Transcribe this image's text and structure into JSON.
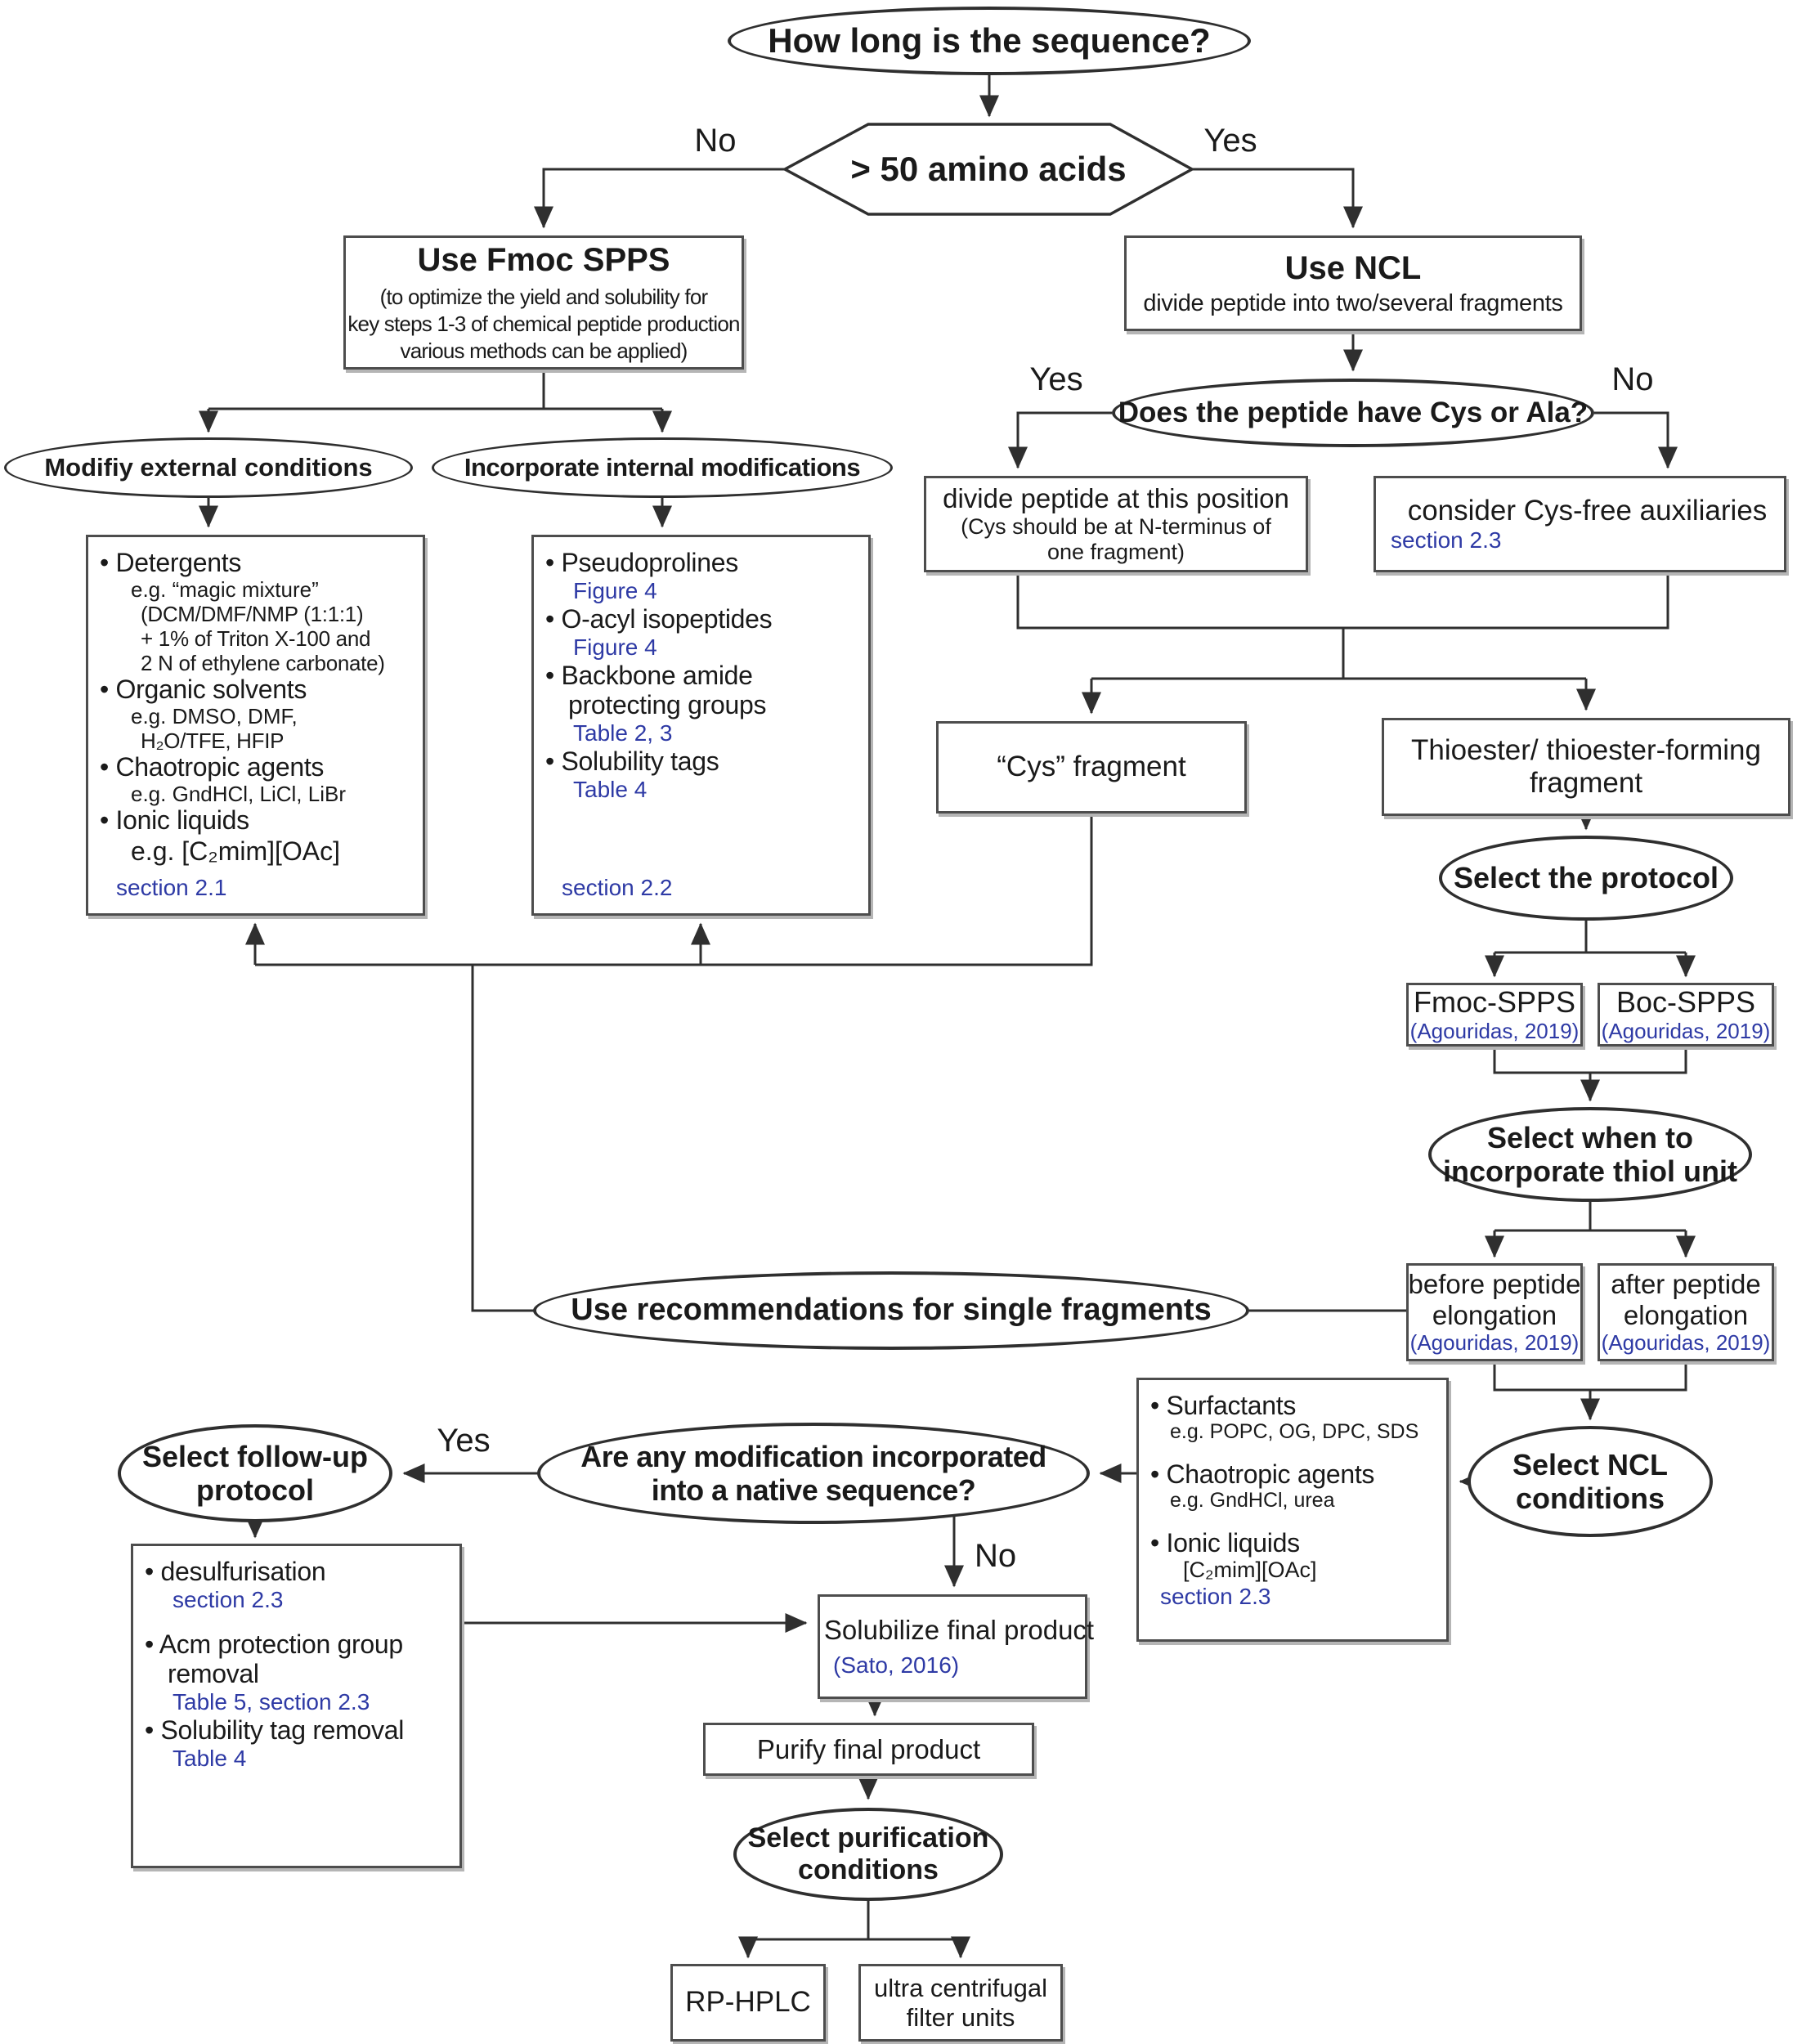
{
  "colors": {
    "ink": "#1a1a1a",
    "connector_line": "#2f2f2f",
    "box_border": "#4d4d4d",
    "reference_blue": "#2e3aa5",
    "background": "#ffffff"
  },
  "labels": {
    "no_length": "No",
    "yes_length": "Yes",
    "yes_cys": "Yes",
    "no_cys": "No",
    "yes_modification": "Yes",
    "no_modification": "No"
  },
  "nodes": {
    "q_length": {
      "label": "How long is the sequence?"
    },
    "q_amino": {
      "label": "> 50 amino acids"
    },
    "fmoc_spps": {
      "title": "Use Fmoc SPPS",
      "lines": [
        "(to optimize the yield and solubility for",
        "key steps 1-3 of chemical peptide production",
        "various methods can be applied)"
      ]
    },
    "ncl": {
      "title": "Use NCL",
      "subtitle": "divide peptide into two/several fragments"
    },
    "modify_external": {
      "label": "Modifiy external conditions"
    },
    "incorporate_internal": {
      "label": "Incorporate internal modifications"
    },
    "external_options": {
      "lines": [
        "• Detergents",
        "e.g. “magic mixture”",
        "(DCM/DMF/NMP (1:1:1)",
        "+ 1% of Triton X-100 and",
        "2 N of ethylene carbonate)",
        "• Organic solvents",
        "e.g. DMSO, DMF,",
        "H₂O/TFE, HFIP",
        "• Chaotropic agents",
        "e.g. GndHCl, LiCl, LiBr",
        "• Ionic liquids",
        "e.g. [C₂mim][OAc]"
      ],
      "ref": "section 2.1"
    },
    "internal_options": {
      "lines": [
        "• Pseudoprolines",
        "Figure 4",
        "• O-acyl isopeptides",
        "Figure 4",
        "• Backbone amide",
        "protecting groups",
        "Table 2, 3",
        "• Solubility tags",
        "Table 4"
      ],
      "ref": "section 2.2"
    },
    "q_cys": {
      "label": "Does the peptide have Cys or Ala?"
    },
    "divide_position": {
      "line1": "divide peptide at this position",
      "line2": "(Cys should be at N-terminus of",
      "line3": "one fragment)"
    },
    "consider_aux": {
      "label": "consider Cys-free auxiliaries",
      "ref": "section 2.3"
    },
    "cys_fragment": {
      "label": "“Cys” fragment"
    },
    "thioester_fragment": {
      "line1": "Thioester/ thioester-forming",
      "line2": "fragment"
    },
    "select_protocol": {
      "label": "Select the protocol"
    },
    "fmoc_protocol": {
      "label": "Fmoc-SPPS",
      "ref": "(Agouridas, 2019)"
    },
    "boc_protocol": {
      "label": "Boc-SPPS",
      "ref": "(Agouridas, 2019)"
    },
    "select_thiol": {
      "line1": "Select when to",
      "line2": "incorporate thiol unit"
    },
    "before_elongation": {
      "line1": "before peptide",
      "line2": "elongation",
      "ref": "(Agouridas, 2019)"
    },
    "after_elongation": {
      "line1": "after peptide",
      "line2": "elongation",
      "ref": "(Agouridas, 2019)"
    },
    "select_ncl": {
      "line1": "Select NCL",
      "line2": "conditions"
    },
    "ncl_options": {
      "lines": [
        "• Surfactants",
        "e.g. POPC, OG, DPC, SDS",
        "• Chaotropic agents",
        "e.g. GndHCl, urea",
        "• Ionic liquids",
        "[C₂mim][OAc]"
      ],
      "ref": "section 2.3"
    },
    "single_fragments": {
      "label": "Use recommendations for single fragments"
    },
    "q_modification": {
      "line1": "Are any modification incorporated",
      "line2": "into a native sequence?"
    },
    "select_followup": {
      "line1": "Select follow-up",
      "line2": "protocol"
    },
    "followup_options": {
      "lines": [
        "• desulfurisation",
        "section 2.3",
        "• Acm protection group",
        "removal",
        "Table 5, section 2.3",
        "• Solubility tag removal",
        "Table 4"
      ]
    },
    "solubilize": {
      "label": "Solubilize final product",
      "ref": "(Sato, 2016)"
    },
    "purify": {
      "label": "Purify final product"
    },
    "select_purification": {
      "line1": "Select purification",
      "line2": "conditions"
    },
    "rp_hplc": {
      "label": "RP-HPLC"
    },
    "ultra_filter": {
      "line1": "ultra centrifugal",
      "line2": "filter units"
    }
  }
}
